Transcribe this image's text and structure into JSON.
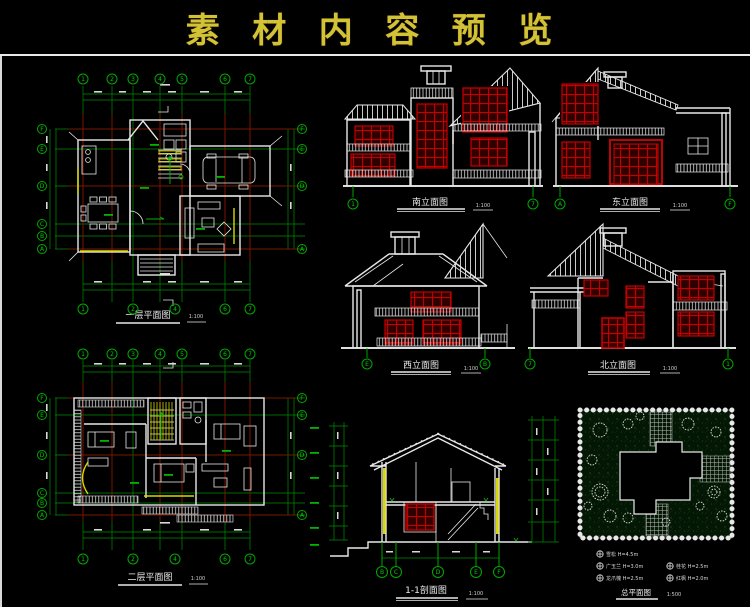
{
  "title": {
    "text": "素 材 内 容 预 览"
  },
  "colors": {
    "background": "#000000",
    "title_yellow": "#d2c236",
    "cad_white": "#e8e8e8",
    "cad_red": "#c40000",
    "cad_green": "#00a800",
    "cad_yellow": "#d8d800"
  },
  "panels": {
    "plan1": {
      "caption": "一层平面图",
      "scale": "1:100",
      "grid_top": [
        "1",
        "2",
        "3",
        "4",
        "5",
        "6",
        "7"
      ],
      "grid_bottom": [
        "1",
        "2",
        "4",
        "6",
        "7"
      ],
      "grid_left": [
        "F",
        "E",
        "D",
        "C",
        "B",
        "A"
      ],
      "grid_right": [
        "F",
        "E",
        "D",
        "A"
      ]
    },
    "plan2": {
      "caption": "二层平面图",
      "scale": "1:100",
      "grid_top": [
        "1",
        "2",
        "3",
        "4",
        "5",
        "6",
        "7"
      ],
      "grid_bottom": [
        "1",
        "2",
        "4",
        "6",
        "7"
      ],
      "grid_left": [
        "F",
        "E",
        "D",
        "C",
        "B",
        "A"
      ],
      "grid_right": [
        "F",
        "E",
        "D",
        "A"
      ]
    },
    "elev_south": {
      "caption": "南立面图",
      "scale": "1:100",
      "marker_left": "1",
      "marker_right": "7"
    },
    "elev_east": {
      "caption": "东立面图",
      "scale": "1:100",
      "marker_left": "A",
      "marker_right": "F"
    },
    "elev_west": {
      "caption": "西立面图",
      "scale": "1:100",
      "marker_left": "E",
      "marker_right": "B"
    },
    "elev_north": {
      "caption": "北立面图",
      "scale": "1:100",
      "marker_left": "7",
      "marker_right": "1"
    },
    "section": {
      "caption": "1-1剖面图",
      "scale": "1:100",
      "markers": [
        "B",
        "C",
        "D",
        "E",
        "F"
      ]
    },
    "siteplan": {
      "caption": "总平面图",
      "scale": "1:500",
      "legend_left": [
        {
          "label": "雪松 H=4.5m"
        },
        {
          "label": "广玉兰 H=3.0m"
        },
        {
          "label": "龙爪槐 H=2.5m"
        }
      ],
      "legend_right": [
        {
          "label": "桂花 H=2.5m"
        },
        {
          "label": "红枫 H=2.0m"
        }
      ]
    }
  }
}
